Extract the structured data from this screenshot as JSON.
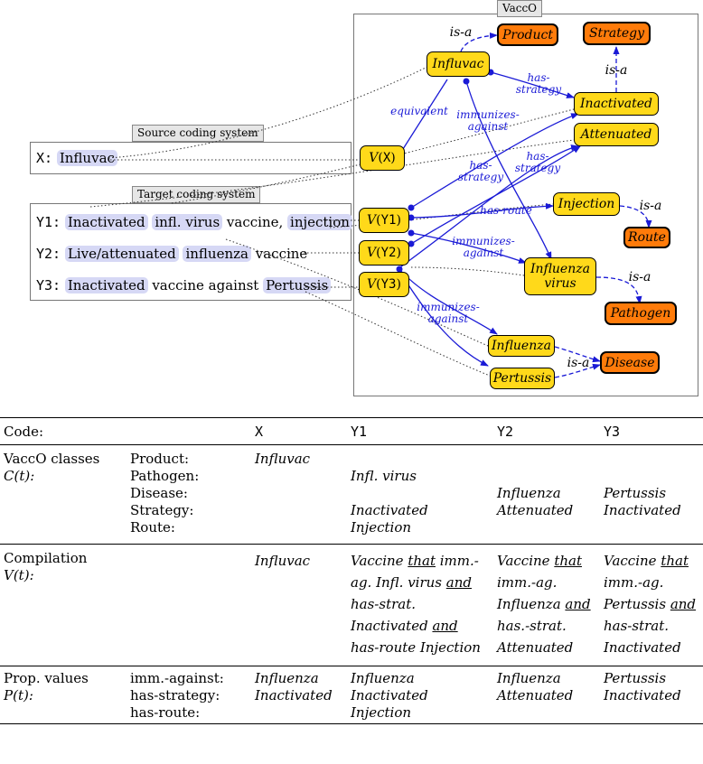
{
  "diagram": {
    "vacco_label": "VaccO",
    "source_caption": "Source coding system",
    "target_caption": "Target coding system",
    "source_row": {
      "code": "X:",
      "terms": [
        "Influvac"
      ]
    },
    "target_rows": [
      {
        "code": "Y1:",
        "parts": [
          {
            "t": "Inactivated",
            "hl": true
          },
          {
            "t": " ",
            "hl": false
          },
          {
            "t": "infl. virus",
            "hl": true
          },
          {
            "t": " vaccine, ",
            "hl": false
          },
          {
            "t": "injection",
            "hl": true
          }
        ]
      },
      {
        "code": "Y2:",
        "parts": [
          {
            "t": "Live/attenuated",
            "hl": true
          },
          {
            "t": " ",
            "hl": false
          },
          {
            "t": "influenza",
            "hl": true
          },
          {
            "t": " vaccine",
            "hl": false
          }
        ]
      },
      {
        "code": "Y3:",
        "parts": [
          {
            "t": "Inactivated",
            "hl": true
          },
          {
            "t": " vaccine against ",
            "hl": false
          },
          {
            "t": "Pertussis",
            "hl": true
          }
        ]
      }
    ],
    "nodes": {
      "product": "Product",
      "strategy": "Strategy",
      "influvac": "Influvac",
      "inactivated": "Inactivated",
      "attenuated": "Attenuated",
      "injection": "Injection",
      "route": "Route",
      "influenza_virus": "Influenza virus",
      "pathogen": "Pathogen",
      "influenza": "Influenza",
      "pertussis": "Pertussis",
      "disease": "Disease",
      "vx": "V(X)",
      "vy1": "V(Y1)",
      "vy2": "V(Y2)",
      "vy3": "V(Y3)"
    },
    "edge_labels": {
      "isa": "is-a",
      "has_strategy": "has-strategy",
      "equivalent": "equivalent",
      "immunizes_against": "immunizes-against",
      "has_route": "has-route"
    },
    "colors": {
      "class_node": "#ffd91a",
      "top_node": "#ff7b0a",
      "highlight": "#d6d8f5",
      "edge": "#1a1ad6"
    }
  },
  "table": {
    "header": {
      "label": "Code:",
      "codes": [
        "X",
        "Y1",
        "Y2",
        "Y3"
      ]
    },
    "classes": {
      "label_line1": "VaccO classes",
      "label_line2": "C(t):",
      "fields": [
        "Product:",
        "Pathogen:",
        "Disease:",
        "Strategy:",
        "Route:"
      ],
      "values": [
        [
          "Influvac",
          "",
          "",
          "",
          ""
        ],
        [
          "",
          "Infl. virus",
          "",
          "Inactivated",
          "Injection"
        ],
        [
          "",
          "",
          "Influenza",
          "Attenuated",
          ""
        ],
        [
          "",
          "",
          "Pertussis",
          "Inactivated",
          ""
        ]
      ]
    },
    "compilation": {
      "label_line1": "Compilation",
      "label_line2": "V(t):",
      "values": [
        [
          {
            "t": "Influvac",
            "u": false
          }
        ],
        [
          {
            "t": "Vaccine ",
            "u": false
          },
          {
            "t": "that",
            "u": true
          },
          {
            "t": " imm.-ag. Infl. virus ",
            "u": false
          },
          {
            "t": "and",
            "u": true
          },
          {
            "t": " has-strat. Inactivated ",
            "u": false
          },
          {
            "t": "and",
            "u": true
          },
          {
            "t": " has-route Injection",
            "u": false
          }
        ],
        [
          {
            "t": "Vaccine ",
            "u": false
          },
          {
            "t": "that",
            "u": true
          },
          {
            "t": " imm.-ag. Influenza ",
            "u": false
          },
          {
            "t": "and",
            "u": true
          },
          {
            "t": " has.-strat. Attenuated",
            "u": false
          }
        ],
        [
          {
            "t": "Vaccine ",
            "u": false
          },
          {
            "t": "that",
            "u": true
          },
          {
            "t": " imm.-ag. Pertussis ",
            "u": false
          },
          {
            "t": "and",
            "u": true
          },
          {
            "t": " has-strat. Inactivated",
            "u": false
          }
        ]
      ]
    },
    "props": {
      "label_line1": "Prop. values",
      "label_line2": "P(t):",
      "fields": [
        "imm.-against:",
        "has-strategy:",
        "has-route:"
      ],
      "values": [
        [
          "Influenza",
          "Inactivated",
          ""
        ],
        [
          "Influenza",
          "Inactivated",
          "Injection"
        ],
        [
          "Influenza",
          "Attenuated",
          ""
        ],
        [
          "Pertussis",
          "Inactivated",
          ""
        ]
      ]
    }
  }
}
